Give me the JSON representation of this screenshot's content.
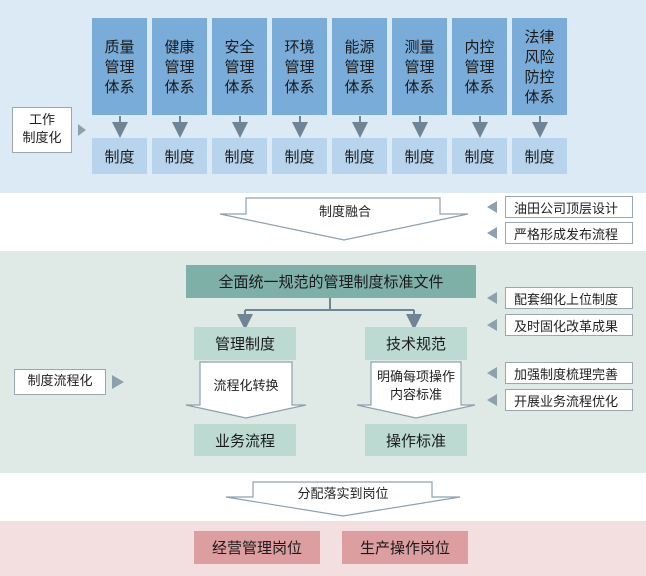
{
  "systems": [
    {
      "label": "质量\n管理\n体系"
    },
    {
      "label": "健康\n管理\n体系"
    },
    {
      "label": "安全\n管理\n体系"
    },
    {
      "label": "环境\n管理\n体系"
    },
    {
      "label": "能源\n管理\n体系"
    },
    {
      "label": "测量\n管理\n体系"
    },
    {
      "label": "内控\n管理\n体系"
    },
    {
      "label": "法律\n风险\n防控\n体系"
    }
  ],
  "system_rule": "制度",
  "left_labels": {
    "top": "工作\n制度化",
    "middle": "制度流程化"
  },
  "flow": {
    "merge": "制度融合",
    "unified_doc": "全面统一规范的管理制度标准文件",
    "mgmt_rules": "管理制度",
    "tech_spec": "技术规范",
    "process_convert": "流程化转换",
    "clarify": "明确每项操作\n内容标准",
    "business_process": "业务流程",
    "operation_std": "操作标准",
    "assign": "分配落实到岗位",
    "mgmt_post": "经营管理岗位",
    "prod_post": "生产操作岗位"
  },
  "notes": [
    "油田公司顶层设计",
    "严格形成发布流程",
    "配套细化上位制度",
    "及时固化改革成果",
    "加强制度梳理完善",
    "开展业务流程优化"
  ],
  "colors": {
    "sys": "#79acd8",
    "rule": "#b7d4ec",
    "green_dark": "#7fb0a8",
    "green_light": "#bcd9d2",
    "pink": "#dc9ea0",
    "arrow": "#6f8596"
  }
}
